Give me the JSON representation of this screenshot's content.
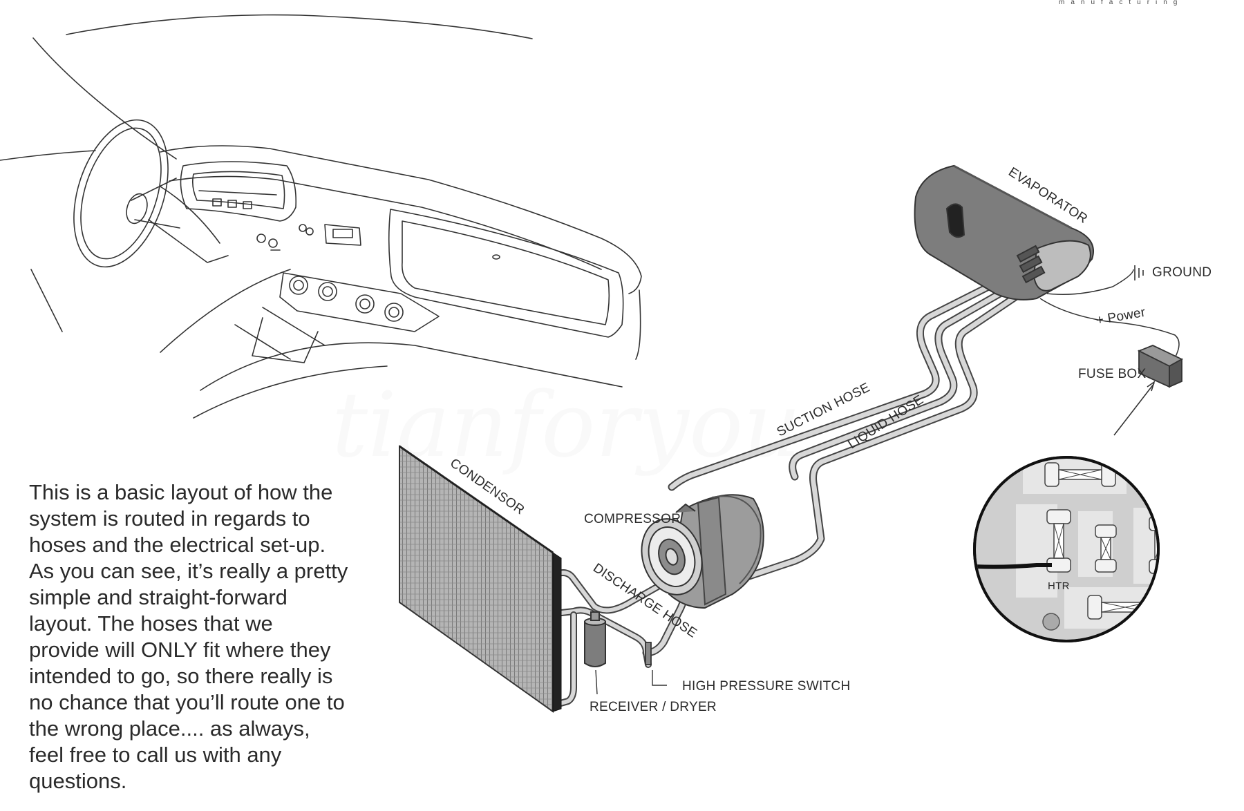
{
  "brand_text": "manufacturing",
  "labels": {
    "evaporator": "EVAPORATOR",
    "ground": "GROUND",
    "power": "+ Power",
    "fuse_box": "FUSE BOX",
    "suction_hose": "SUCTION HOSE",
    "liquid_hose": "LIQUID HOSE",
    "condensor": "CONDENSOR",
    "compressor": "COMPRESSOR",
    "discharge_hose": "DISCHARGE HOSE",
    "high_pressure_switch": "HIGH PRESSURE SWITCH",
    "receiver_dryer": "RECEIVER / DRYER",
    "htr": "HTR"
  },
  "description_lines": [
    "This is a basic layout of how the",
    "system is routed in regards to",
    "hoses and the electrical set-up.",
    "As you can see, it’s really a pretty",
    "simple and straight-forward",
    "layout.  The hoses that we",
    "provide will ONLY fit where they",
    "intended to go, so there really is",
    "no chance that you’ll route one to",
    "the wrong place.... as always,",
    "feel free to call us with any",
    "questions."
  ]
}
